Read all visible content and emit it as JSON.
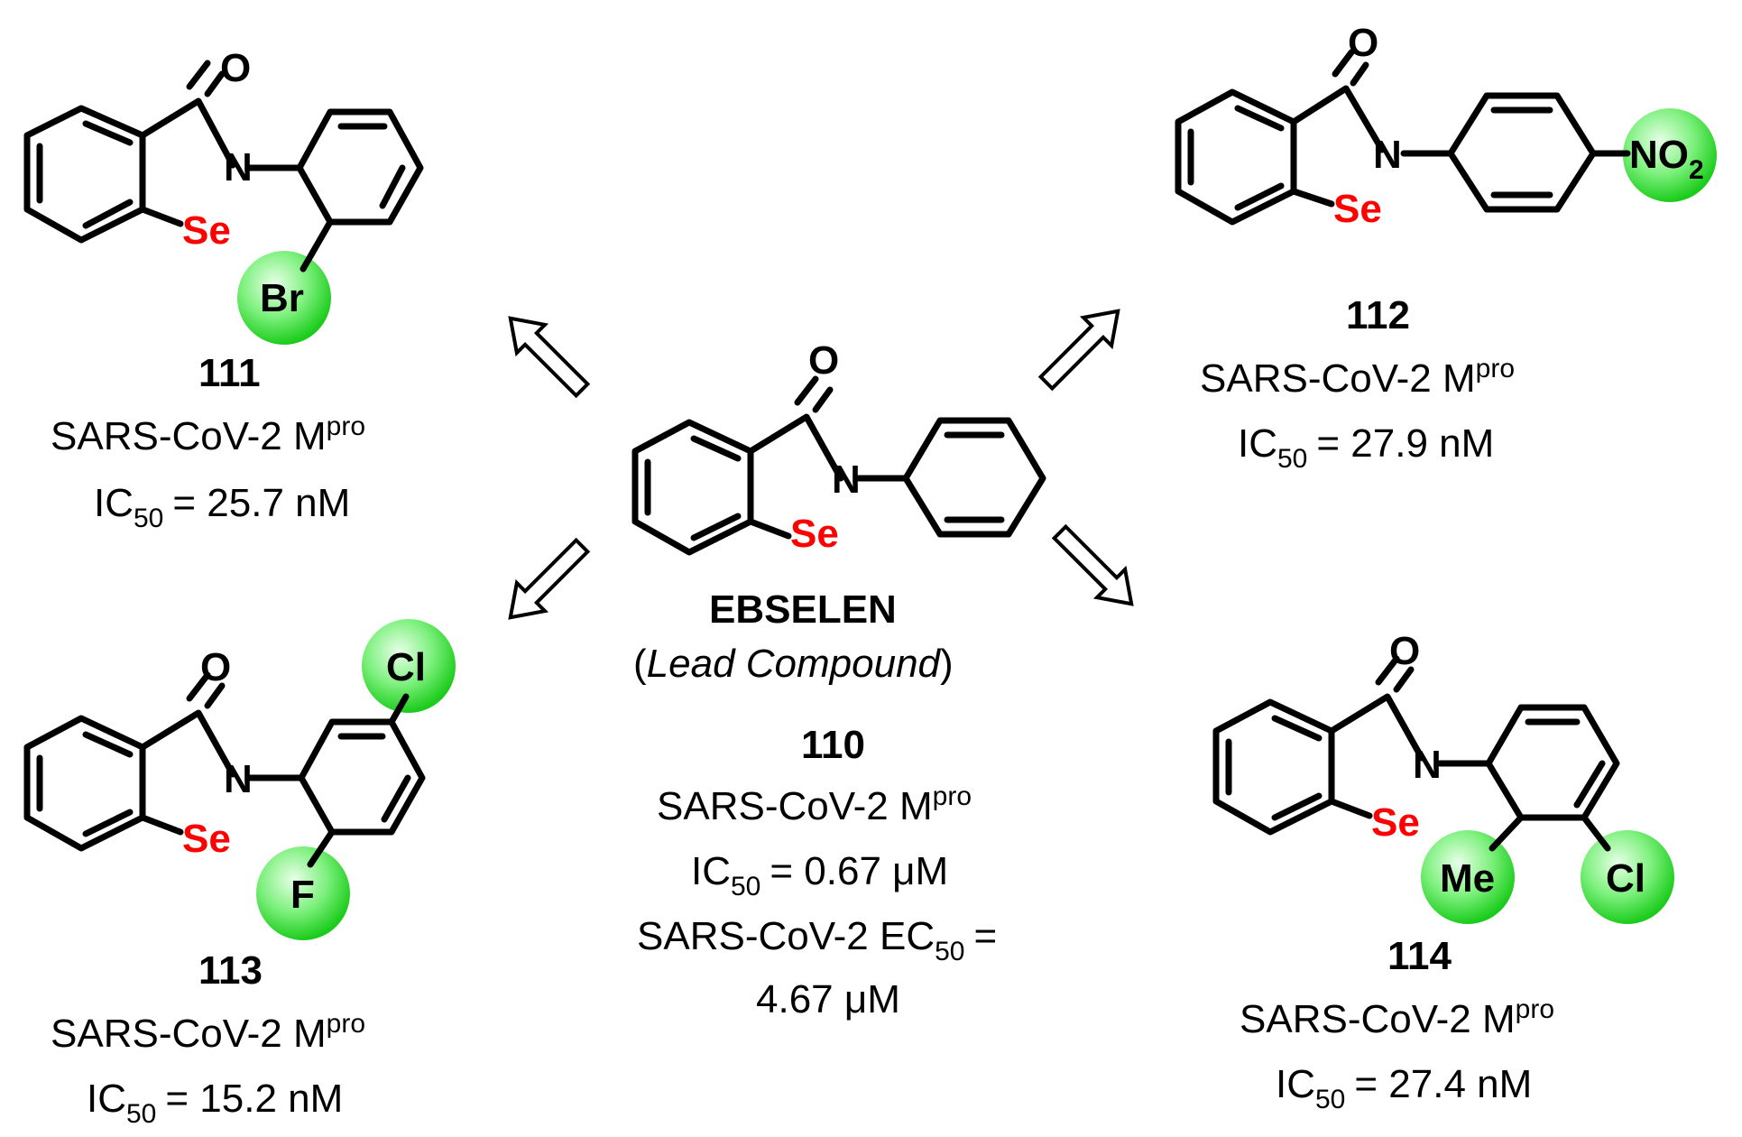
{
  "colors": {
    "selenium": "#ff0000",
    "highlight_center": "#c8ffc8",
    "highlight_edge": "#10d010"
  },
  "atoms": {
    "O": "O",
    "N": "N",
    "Se": "Se"
  },
  "common": {
    "target": "SARS-CoV-2 M",
    "target_sup": "pro",
    "ic": "IC",
    "ic_sub": "50",
    "ec_target": "SARS-CoV-2 EC",
    "ec_sub": "50"
  },
  "lead": {
    "name": "EBSELEN",
    "note_open": "(",
    "note": "Lead Compound",
    "note_close": ")",
    "number": "110",
    "ic50": "= 0.67 μM",
    "ec50": "=",
    "ec50_value": "4.67 μM"
  },
  "compounds": [
    {
      "number": "111",
      "substituents": [
        "Br"
      ],
      "ic50": "= 25.7 nM"
    },
    {
      "number": "112",
      "substituents": [
        "NO",
        "2"
      ],
      "ic50": "= 27.9 nM"
    },
    {
      "number": "113",
      "substituents": [
        "Cl",
        "F"
      ],
      "ic50": "= 15.2 nM"
    },
    {
      "number": "114",
      "substituents": [
        "Me",
        "Cl"
      ],
      "ic50": "= 27.4 nM"
    }
  ]
}
